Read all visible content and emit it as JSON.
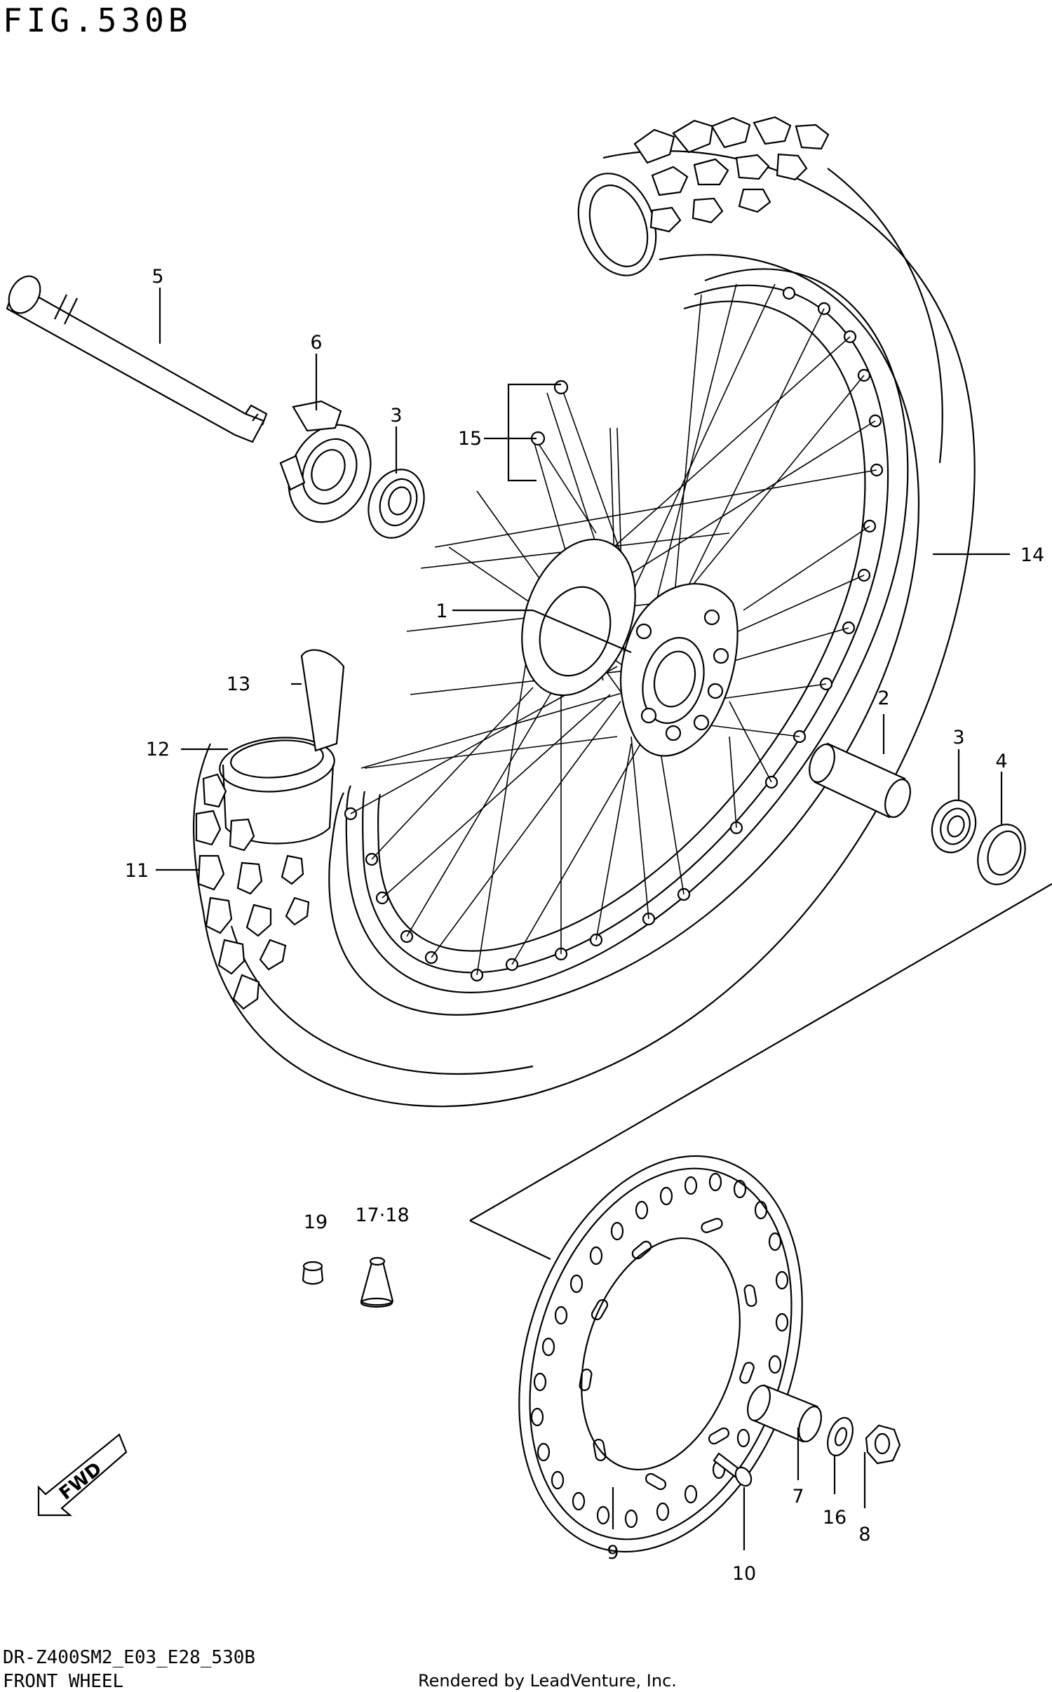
{
  "figure_title": "FIG.530B",
  "model_code": "DR-Z400SM2_E03_E28_530B",
  "section_title": "FRONT WHEEL",
  "credit": "Rendered by LeadVenture, Inc.",
  "direction_label": "FWD",
  "callouts": {
    "c1": "1",
    "c2": "2",
    "c3a": "3",
    "c3b": "3",
    "c4": "4",
    "c5": "5",
    "c6": "6",
    "c7": "7",
    "c8": "8",
    "c9": "9",
    "c10": "10",
    "c11": "11",
    "c12": "12",
    "c13": "13",
    "c14": "14",
    "c15": "15",
    "c16": "16",
    "c1718": "17·18",
    "c19": "19"
  }
}
